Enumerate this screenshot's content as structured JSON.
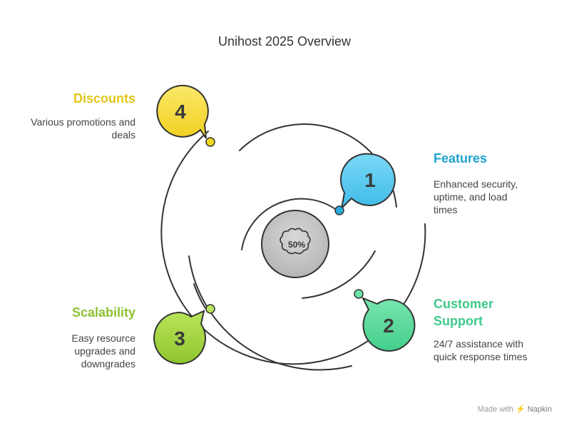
{
  "title": "Unihost 2025 Overview",
  "center_label": "50%",
  "items": [
    {
      "number": "1",
      "title": "Features",
      "description": "Enhanced security, uptime, and load times",
      "color": "#1fa3cf",
      "fill": "#5ccbf2"
    },
    {
      "number": "2",
      "title": "Customer Support",
      "description": "24/7 assistance with quick response times",
      "color": "#3ec98b",
      "fill": "#55d999"
    },
    {
      "number": "3",
      "title": "Scalability",
      "description": "Easy resource upgrades and downgrades",
      "color": "#8cc132",
      "fill": "#9fd33d"
    },
    {
      "number": "4",
      "title": "Discounts",
      "description": "Various promotions and deals",
      "color": "#e0c61a",
      "fill": "#f4d92a"
    }
  ],
  "footer": {
    "made_with": "Made with",
    "brand": "Napkin"
  }
}
